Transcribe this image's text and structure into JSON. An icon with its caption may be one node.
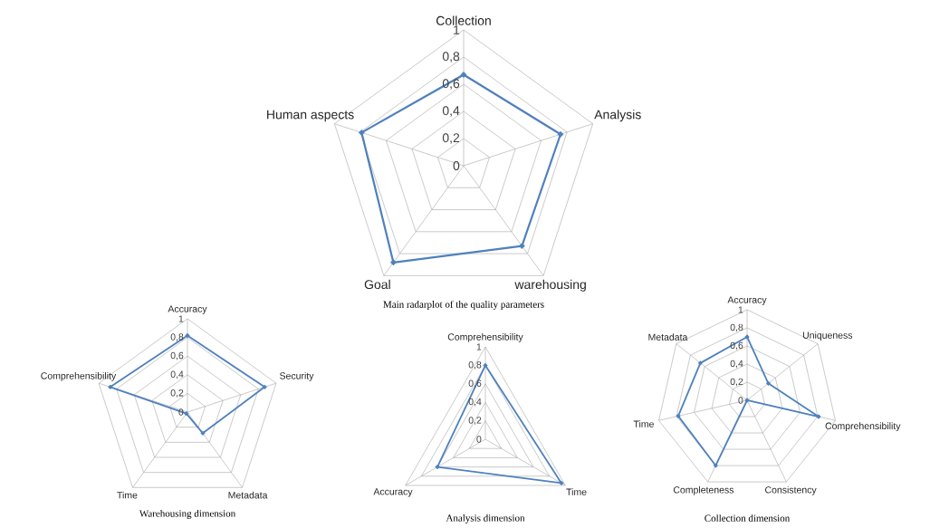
{
  "diagram": {
    "labels": [
      "Collection",
      "1",
      "0,8",
      "0,6",
      "0,4",
      "0,2",
      "0",
      "Human aspects",
      "Analysis",
      "Goal",
      "warehousing",
      "Main radarplot of the quality parameters",
      "Accuracy",
      "1",
      "0,8",
      "0,6",
      "0,4",
      "0,2",
      "0",
      "Comprehensibility",
      "Security",
      "Time",
      "Metadata",
      "Warehousing dimension",
      "Comprehensibility",
      "1",
      "0,8",
      "0,6",
      "0,4",
      "0,2",
      "0",
      "Accuracy",
      "Time",
      "Analysis dimension",
      "Accuracy",
      "1",
      "0,8",
      "0,6",
      "0,4",
      "0,2",
      "0",
      "Metadata",
      "Uniqueness",
      "Time",
      "Comprehensibility",
      "Completeness",
      "Consistency",
      "Collection dimension"
    ]
  }
}
